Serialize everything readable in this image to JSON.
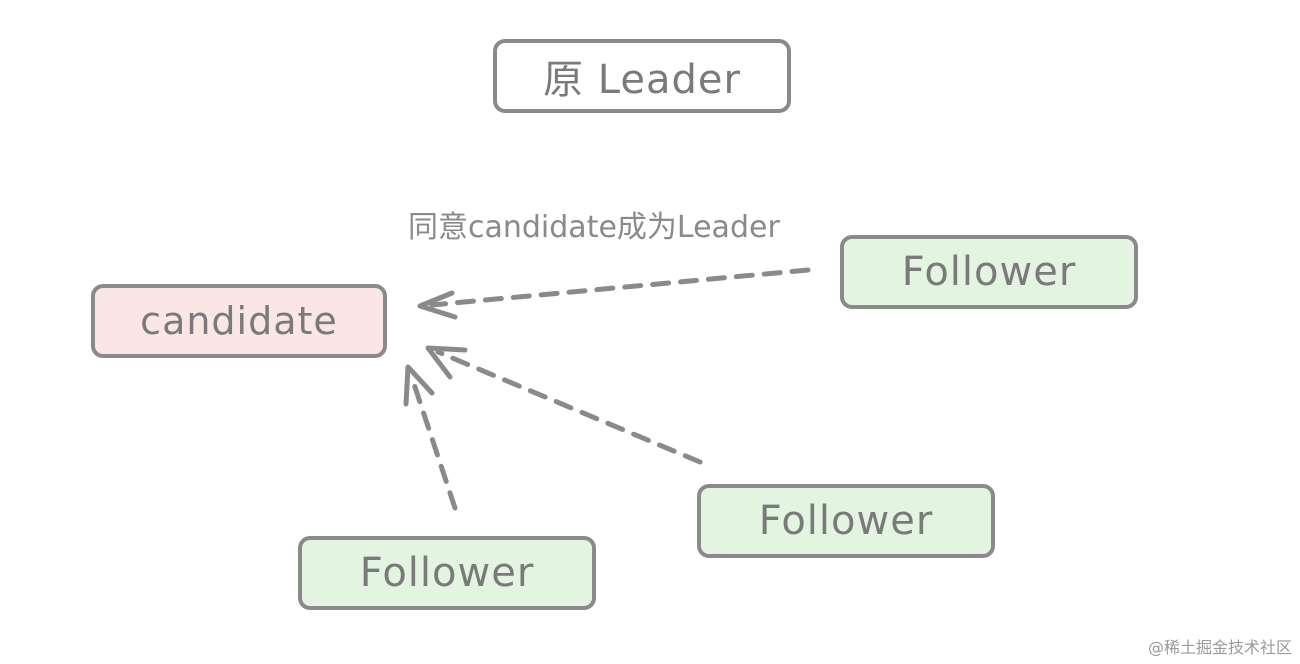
{
  "nodes": {
    "leader": "原 Leader",
    "candidate": "candidate",
    "followers": [
      "Follower",
      "Follower",
      "Follower"
    ]
  },
  "edge_label": "同意candidate成为Leader",
  "watermark": "@稀土掘金技术社区",
  "colors": {
    "stroke": "#8a8a8a",
    "candidate_fill": "#fbe6e6",
    "follower_fill": "#e3f5e1",
    "text": "#7a7a7a"
  }
}
